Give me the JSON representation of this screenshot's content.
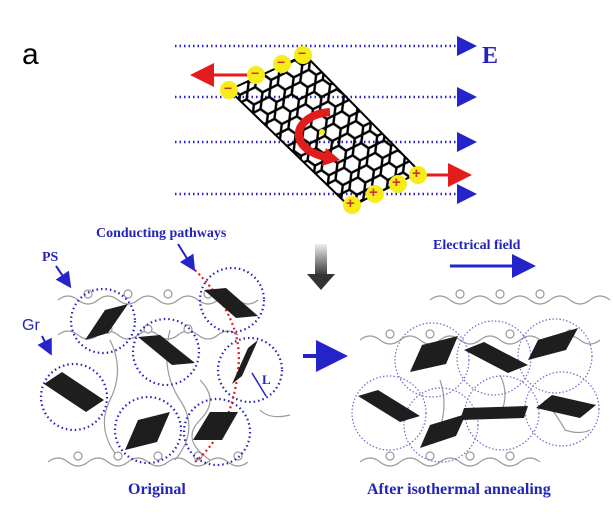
{
  "panel_label": "a",
  "top": {
    "field_label": "E",
    "negative_charge": "−",
    "positive_charge": "+"
  },
  "bottom": {
    "conducting_pathways": "Conducting pathways",
    "ps_label": "PS",
    "gr_label": "Gr",
    "l_label": "L",
    "electrical_field": "Electrical field",
    "original_caption": "Original",
    "annealed_caption": "After isothermal annealing"
  },
  "colors": {
    "field_lines": "#2424c8",
    "force_arrows": "#e21b1b",
    "charges": "#f5ec1a",
    "flakes": "#1e1e1e",
    "polymer": "#9a9a9a"
  }
}
